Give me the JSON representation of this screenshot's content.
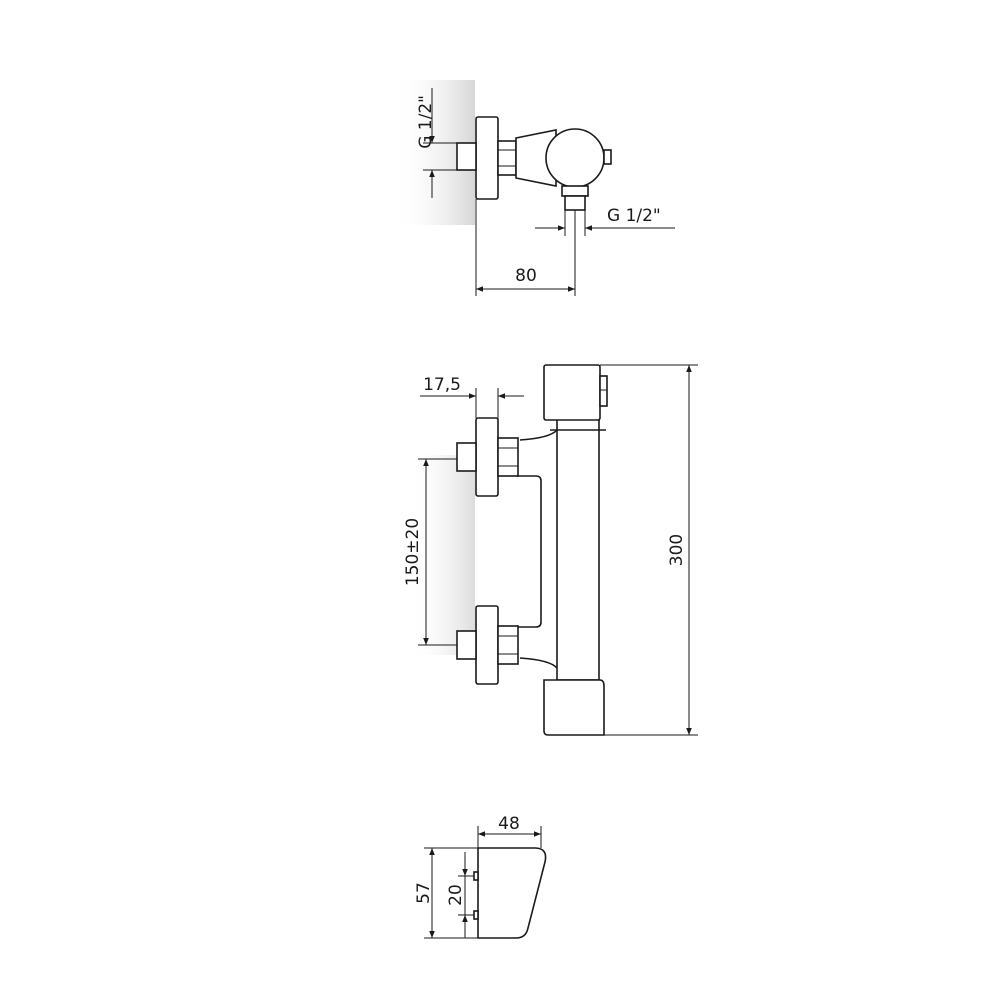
{
  "dimensions": {
    "top_inlet": "G 1/2\"",
    "bottom_outlet": "G 1/2\"",
    "depth": "80",
    "wall_offset": "17,5",
    "inlet_spacing": "150±20",
    "height": "300",
    "handle_width": "48",
    "handle_height": "57",
    "pin_spacing": "20"
  },
  "colors": {
    "line": "#1a1a1a",
    "wall_shade": "#d8d8d8"
  }
}
